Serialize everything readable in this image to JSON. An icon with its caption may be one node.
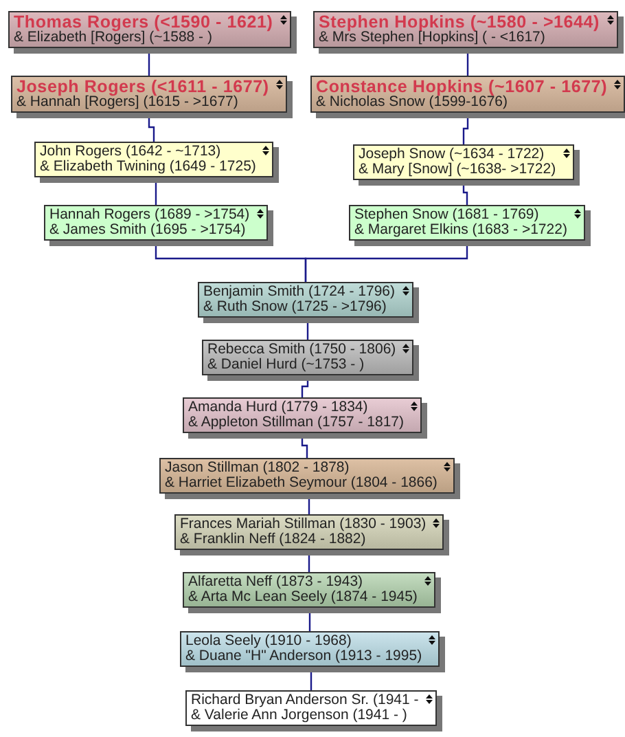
{
  "diagram": {
    "nodes": [
      {
        "text": [
          "Thomas Rogers (<1590 - 1621)",
          "& Elizabeth [Rogers] (~1588 - )"
        ]
      },
      {
        "text": [
          "Stephen Hopkins (~1580 - >1644)",
          "& Mrs Stephen [Hopkins] ( - <1617)"
        ]
      },
      {
        "text": [
          "Joseph Rogers (<1611 - 1677)",
          "& Hannah [Rogers] (1615 - >1677)"
        ]
      },
      {
        "text": [
          "Constance Hopkins (~1607 - 1677)",
          "& Nicholas Snow (1599-1676)"
        ]
      },
      {
        "text": [
          "John Rogers (1642 - ~1713)",
          "& Elizabeth Twining (1649 - 1725)"
        ]
      },
      {
        "text": [
          "Joseph Snow (~1634 - 1722)",
          "& Mary [Snow] (~1638- >1722)"
        ]
      },
      {
        "text": [
          "Hannah Rogers (1689 - >1754)",
          "& James Smith (1695 - >1754)"
        ]
      },
      {
        "text": [
          "Stephen Snow (1681 - 1769)",
          "& Margaret Elkins (1683 - >1722)"
        ]
      },
      {
        "text": [
          "Benjamin Smith (1724 - 1796)",
          "& Ruth Snow (1725 - >1796)"
        ]
      },
      {
        "text": [
          "Rebecca Smith (1750 - 1806)",
          "& Daniel Hurd (~1753 - )"
        ]
      },
      {
        "text": [
          "Amanda Hurd (1779 - 1834)",
          "& Appleton Stillman (1757 - 1817)"
        ]
      },
      {
        "text": [
          "Jason Stillman (1802 - 1878)",
          "& Harriet Elizabeth Seymour (1804 - 1866)"
        ]
      },
      {
        "text": [
          "Frances Mariah Stillman (1830 - 1903)",
          "& Franklin Neff (1824 - 1882)"
        ]
      },
      {
        "text": [
          "Alfaretta Neff (1873 - 1943)",
          "& Arta Mc Lean Seely (1874 - 1945)"
        ]
      },
      {
        "text": [
          "Leola Seely (1910 - 1968)",
          "& Duane \"H\" Anderson (1913 - 1995)"
        ]
      },
      {
        "text": [
          "Richard Bryan Anderson Sr. (1941 -",
          "& Valerie Ann Jorgenson (1941 - )"
        ]
      }
    ],
    "edges": [
      {
        "from": 0,
        "to": 2,
        "arrow": "none"
      },
      {
        "from": 2,
        "to": 4,
        "arrow": "none"
      },
      {
        "from": 4,
        "to": 6,
        "arrow": "none"
      },
      {
        "from": 1,
        "to": 3,
        "arrow": "none"
      },
      {
        "from": 3,
        "to": 5,
        "arrow": "none"
      },
      {
        "from": 5,
        "to": 7,
        "arrow": "none"
      },
      {
        "from": 6,
        "to": 8,
        "arrow": "none"
      },
      {
        "from": 7,
        "to": 8,
        "arrow": "none"
      },
      {
        "from": 8,
        "to": 9,
        "arrow": "none"
      },
      {
        "from": 9,
        "to": 10,
        "arrow": "none"
      },
      {
        "from": 10,
        "to": 11,
        "arrow": "none"
      },
      {
        "from": 11,
        "to": 12,
        "arrow": "none"
      },
      {
        "from": 12,
        "to": 13,
        "arrow": "none"
      },
      {
        "from": 13,
        "to": 14,
        "arrow": "none"
      },
      {
        "from": 14,
        "to": 15,
        "arrow": "none"
      }
    ]
  }
}
